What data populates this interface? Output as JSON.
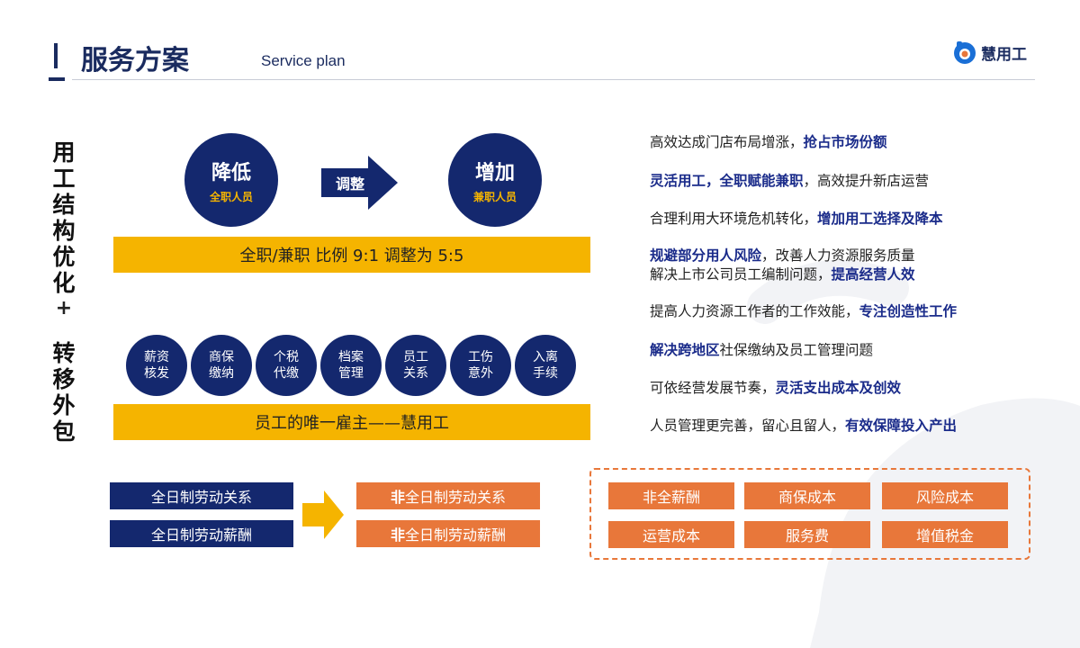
{
  "header": {
    "title": "服务方案",
    "subtitle": "Service plan",
    "logo_text": "慧用工"
  },
  "vertical": {
    "top": "用工结构优化",
    "plus": "+",
    "bottom": "转移外包"
  },
  "adjust": {
    "left_circle": {
      "main": "降低",
      "sub": "全职人员"
    },
    "arrow_label": "调整",
    "right_circle": {
      "main": "增加",
      "sub": "兼职人员"
    },
    "bar": "全职/兼职 比例 9:1 调整为 5:5"
  },
  "services": [
    {
      "l1": "薪资",
      "l2": "核发"
    },
    {
      "l1": "商保",
      "l2": "缴纳"
    },
    {
      "l1": "个税",
      "l2": "代缴"
    },
    {
      "l1": "档案",
      "l2": "管理"
    },
    {
      "l1": "员工",
      "l2": "关系"
    },
    {
      "l1": "工伤",
      "l2": "意外"
    },
    {
      "l1": "入离",
      "l2": "手续"
    }
  ],
  "employer_bar": "员工的唯一雇主——慧用工",
  "benefits": [
    {
      "pre": "高效达成门店布局增涨，",
      "bold": "抢占市场份额",
      "post": ""
    },
    {
      "pre": "",
      "bold": "灵活用工，全职赋能兼职",
      "post": "，高效提升新店运营"
    },
    {
      "pre": "合理利用大环境危机转化，",
      "bold": "增加用工选择及降本",
      "post": ""
    },
    {
      "pre": "",
      "bold": "规避部分用人风险",
      "post": "，改善人力资源服务质量"
    },
    {
      "pre": "解决上市公司员工编制问题，",
      "bold": "提高经营人效",
      "post": ""
    },
    {
      "pre": "提高人力资源工作者的工作效能，",
      "bold": "专注创造性工作",
      "post": ""
    },
    {
      "pre": "",
      "bold": "解决跨地区",
      "post": "社保缴纳及员工管理问题"
    },
    {
      "pre": "可依经营发展节奏，",
      "bold": "灵活支出成本及创效",
      "post": ""
    },
    {
      "pre": "人员管理更完善，留心且留人，",
      "bold": "有效保障投入产出",
      "post": ""
    }
  ],
  "relations": {
    "from": [
      "全日制劳动关系",
      "全日制劳动薪酬"
    ],
    "to_prefix": "非",
    "to": [
      "全日制劳动关系",
      "全日制劳动薪酬"
    ]
  },
  "costs": [
    "非全薪酬",
    "商保成本",
    "风险成本",
    "运营成本",
    "服务费",
    "增值税金"
  ],
  "colors": {
    "navy": "#14286e",
    "yellow": "#f5b400",
    "orange": "#e8773a"
  }
}
